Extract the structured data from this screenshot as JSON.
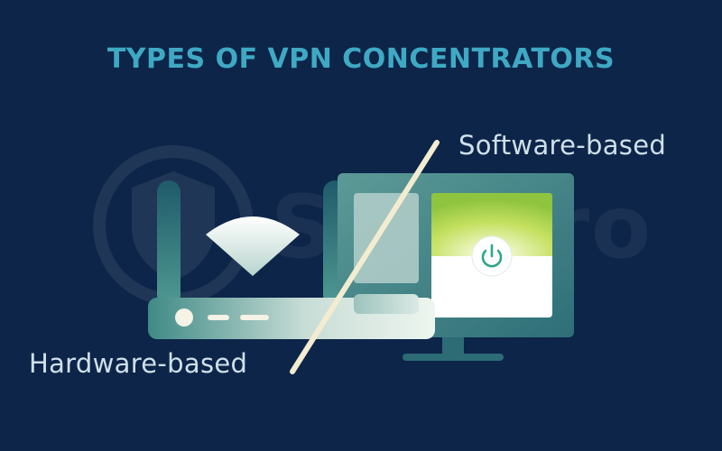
{
  "title": "TYPES OF VPN CONCENTRATORS",
  "labels": {
    "software": "Software-based",
    "hardware": "Hardware-based"
  },
  "watermark": "SafeTro",
  "colors": {
    "background": "#0d2549",
    "title": "#3fa9c4",
    "label": "#cfe0ea",
    "divider": "#f3ecd0",
    "power_button": "#2fa58a",
    "screen_glow": "#c9e46a"
  },
  "icons": {
    "wifi": "wifi-icon",
    "power": "power-icon",
    "watermark_logo": "shield-lock-logo"
  }
}
